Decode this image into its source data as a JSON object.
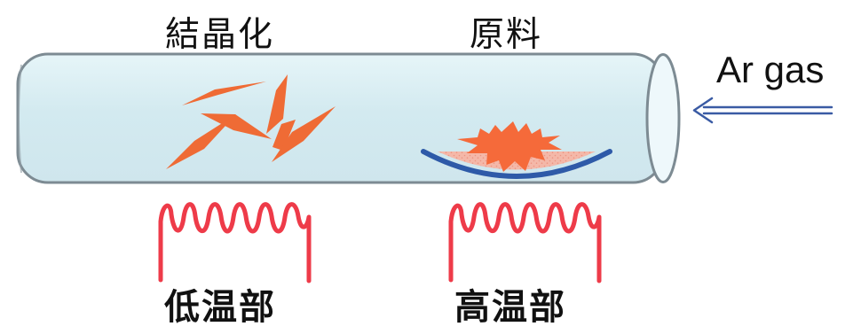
{
  "labels": {
    "crystallization": "結晶化",
    "raw_material": "原料",
    "low_temp_zone": "低温部",
    "high_temp_zone": "高温部",
    "gas": "Ar gas"
  },
  "colors": {
    "tube_fill": "#d8eef4",
    "tube_stroke": "#7d8b93",
    "crystal": "#ef6b35",
    "heater": "#ee3b49",
    "boat": "#2e5aa8",
    "raw_material": "#f56a3a",
    "raw_material_powder": "#f7b0a0",
    "gas_arrow": "#3a5ba4"
  },
  "icons": {
    "crystals": "orange-crystal-shards",
    "raw_material": "starburst-material-in-boat",
    "heater": "coil-heater",
    "arrow": "double-line-arrow-left"
  }
}
